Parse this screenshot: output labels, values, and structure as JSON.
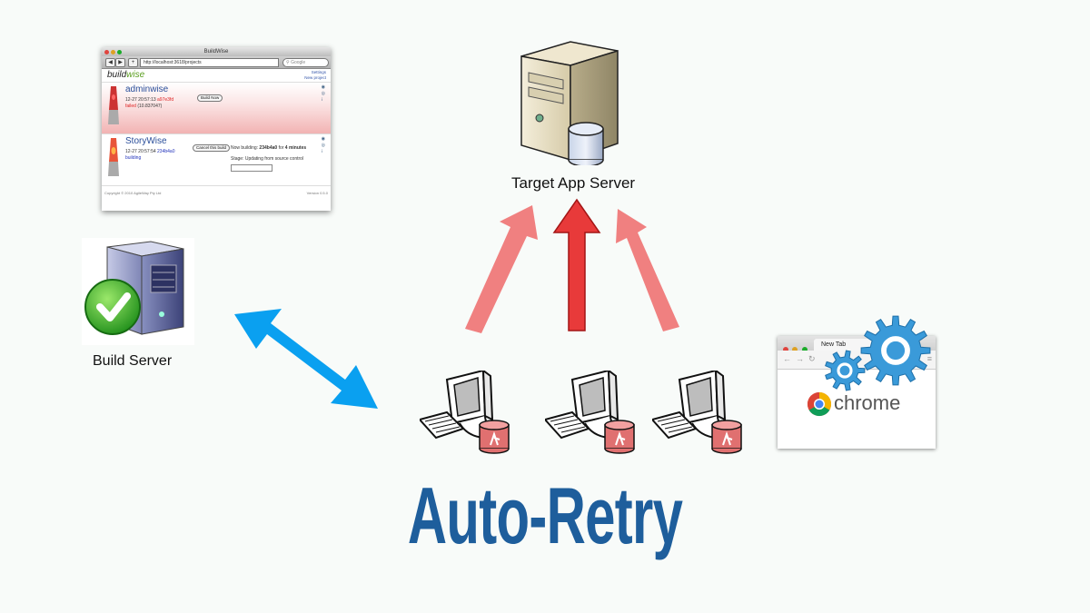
{
  "title": "Auto-Retry",
  "labels": {
    "target_server": "Target App Server",
    "build_server": "Build Server"
  },
  "buildwise": {
    "window_title": "BuildWise",
    "url": "http://localhost:3618/projects",
    "search_placeholder": "Google",
    "brand_prefix": "build",
    "brand_suffix": "wise",
    "link_settings": "Settings",
    "link_new_project": "New project",
    "projects": [
      {
        "name": "adminwise",
        "timestamp": "12-27 20:57:13",
        "commit": "a97e3fd",
        "status": "failed",
        "duration": "(10.837047)",
        "button": "Build Now"
      },
      {
        "name": "StoryWise",
        "timestamp": "12-27 20:57:54",
        "commit": "234b4a0",
        "status": "building",
        "button": "Cancel this build",
        "now_building_prefix": "Now building:",
        "now_building_commit": "234b4a0",
        "now_building_for": "for",
        "now_building_duration": "4 minutes",
        "stage": "Stage: Updating from source control"
      }
    ],
    "footer_left": "Copyright © 2010 AgileWay Pty Ltd",
    "footer_right": "Version 0.5.0"
  },
  "chrome": {
    "tab_title": "New Tab",
    "wordmark": "chrome"
  },
  "colors": {
    "title": "#1e5e9c",
    "red_arrow": "#f08080",
    "blue_arrow": "#0aa0f0",
    "gear": "#3a9ad9"
  }
}
